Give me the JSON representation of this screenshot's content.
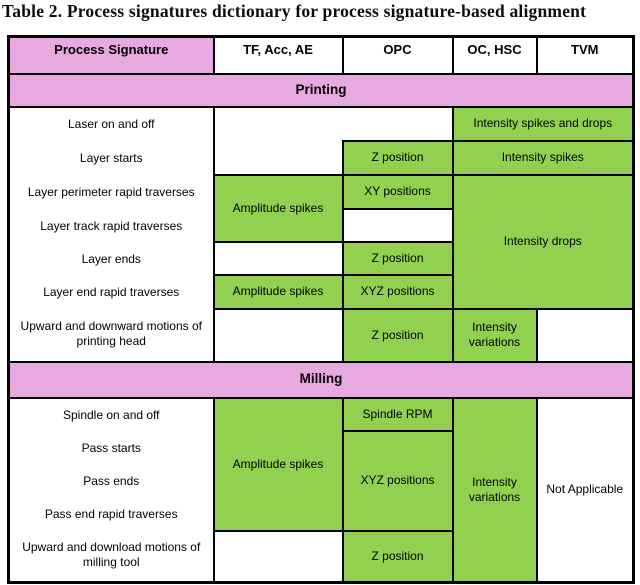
{
  "title": "Table 2. Process signatures dictionary for process signature-based alignment",
  "colors": {
    "pink": "#e8a8e0",
    "green": "#92d050",
    "line": "#000000"
  },
  "header": {
    "col1": "Process Signature",
    "col2": "TF, Acc, AE",
    "col3": "OPC",
    "col4": "OC, HSC",
    "col5": "TVM"
  },
  "sections": {
    "printing": {
      "label": "Printing",
      "rows": [
        "Laser on and off",
        "Layer starts",
        "Layer perimeter rapid traverses",
        "Layer track rapid traverses",
        "Layer ends",
        "Layer end rapid traverses",
        "Upward and downward motions of printing head"
      ],
      "cells": {
        "tf_amplitude_1": "Amplitude spikes",
        "tf_amplitude_2": "Amplitude spikes",
        "opc_z_1": "Z position",
        "opc_xy": "XY positions",
        "opc_z_2": "Z position",
        "opc_xyz": "XYZ positions",
        "opc_z_3": "Z position",
        "oc_spikes_drops": "Intensity spikes and drops",
        "oc_spikes": "Intensity spikes",
        "oc_drops": "Intensity drops",
        "oc_variations": "Intensity variations"
      }
    },
    "milling": {
      "label": "Milling",
      "rows": [
        "Spindle on and off",
        "Pass starts",
        "Pass ends",
        "Pass end rapid traverses",
        "Upward and download motions of milling tool"
      ],
      "cells": {
        "tf_amplitude": "Amplitude spikes",
        "opc_rpm": "Spindle RPM",
        "opc_xyz": "XYZ positions",
        "opc_z": "Z position",
        "oc_variations": "Intensity variations",
        "tvm_na": "Not Applicable"
      }
    }
  }
}
